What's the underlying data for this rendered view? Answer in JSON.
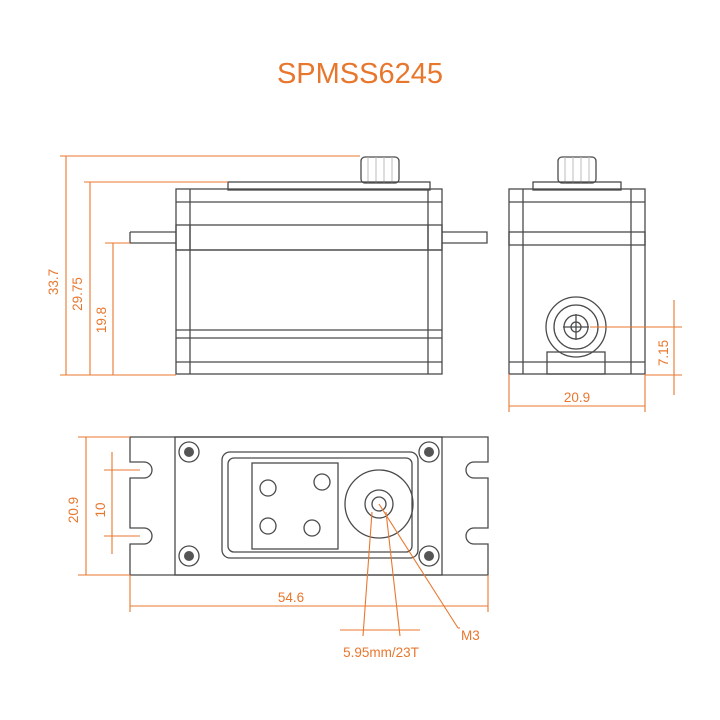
{
  "title": "SPMSS6245",
  "colors": {
    "accent": "#e8772e",
    "outline": "#4a4a4a",
    "fill_light": "#f4f4f4",
    "fill_dark": "#555555"
  },
  "dimensions": {
    "overall_height": "33.7",
    "case_height": "29.75",
    "mount_height": "19.8",
    "shaft_offset": "7.15",
    "side_width": "20.9",
    "top_width": "20.9",
    "hole_spacing": "10",
    "overall_length": "54.6",
    "spline": "5.95mm/23T",
    "screw": "M3"
  }
}
